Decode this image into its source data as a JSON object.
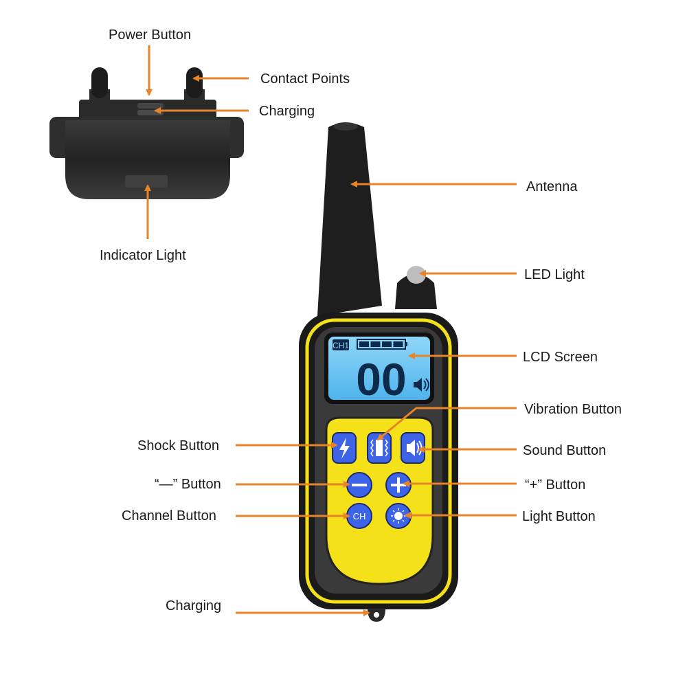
{
  "labels": {
    "power_button": "Power Button",
    "contact_points": "Contact Points",
    "charging_top": "Charging",
    "indicator_light": "Indicator Light",
    "antenna": "Antenna",
    "led_light": "LED Light",
    "lcd_screen": "LCD Screen",
    "vibration_button": "Vibration Button",
    "sound_button": "Sound Button",
    "plus_button": "“+” Button",
    "light_button": "Light Button",
    "shock_button": "Shock Button",
    "minus_button": "“—” Button",
    "channel_button": "Channel Button",
    "charging_bottom": "Charging"
  },
  "lcd": {
    "channel": "CH1",
    "level": "00",
    "battery_bars": 4
  },
  "keypad": {
    "channel_key": "CH"
  },
  "colors": {
    "arrow": "#e8832a",
    "device_body": "#1e1e1e",
    "accent_yellow": "#f5e11a",
    "key_blue": "#3d63e6",
    "lcd_blue": "#74c9f4"
  }
}
